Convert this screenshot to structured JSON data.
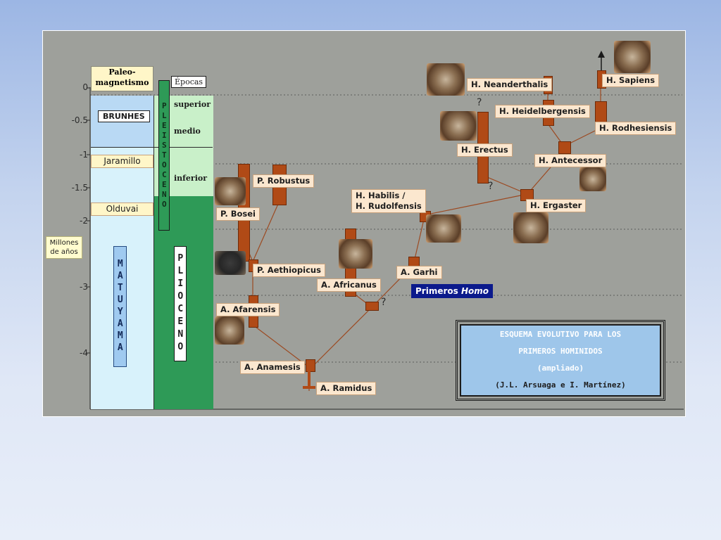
{
  "axis": {
    "label": "Millones de años",
    "ticks": [
      "0",
      "-0.5",
      "-1",
      "-1.5",
      "-2",
      "-3",
      "-4"
    ]
  },
  "paleomag": {
    "header": "Paleo- magnetismo",
    "brunhes": "BRUNHES",
    "jaramillo": "Jaramillo",
    "olduvai": "Olduvai",
    "matuyama": "MATUYAMA"
  },
  "epochs": {
    "header": "Épocas",
    "pleistoceno": "PLEISTOCENO",
    "plioceno": "PLIOCENO",
    "superior": "superior",
    "medio": "medio",
    "inferior": "inferior"
  },
  "species": {
    "p_robustus": "P. Robustus",
    "p_bosei": "P. Bosei",
    "p_aethiopicus": "P. Aethiopicus",
    "a_afarensis": "A. Afarensis",
    "a_anamesis": "A. Anamesis",
    "a_ramidus": "A. Ramidus",
    "a_africanus": "A. Africanus",
    "a_garhi": "A. Garhi",
    "h_habilis": "H. Habilis /",
    "h_rudolfensis": "H. Rudolfensis",
    "h_erectus": "H. Erectus",
    "h_neanderthalis": "H. Neanderthalis",
    "h_heidelbergensis": "H. Heidelbergensis",
    "h_sapiens": "H. Sapiens",
    "h_rodhesiensis": "H. Rodhesiensis",
    "h_antecessor": "H. Antecessor",
    "h_ergaster": "H. Ergaster"
  },
  "primeros_homo": {
    "text1": "Primeros ",
    "text2": "Homo"
  },
  "question_mark": "?",
  "title_box": {
    "line1": "ESQUEMA EVOLUTIVO PARA LOS",
    "line2": "PRIMEROS HOMINIDOS",
    "line3": "(ampliado)",
    "line4": "(J.L. Arsuaga e I. Martínez)"
  },
  "colors": {
    "panel": "#9ea09b",
    "blue_band": "#bfdff5",
    "pleistocene_green": "#c9f0c9",
    "pliocene_green": "#2e9a57",
    "bar": "#b04a16",
    "label": "#fbe7cf",
    "badge": "#0b1a8c"
  }
}
